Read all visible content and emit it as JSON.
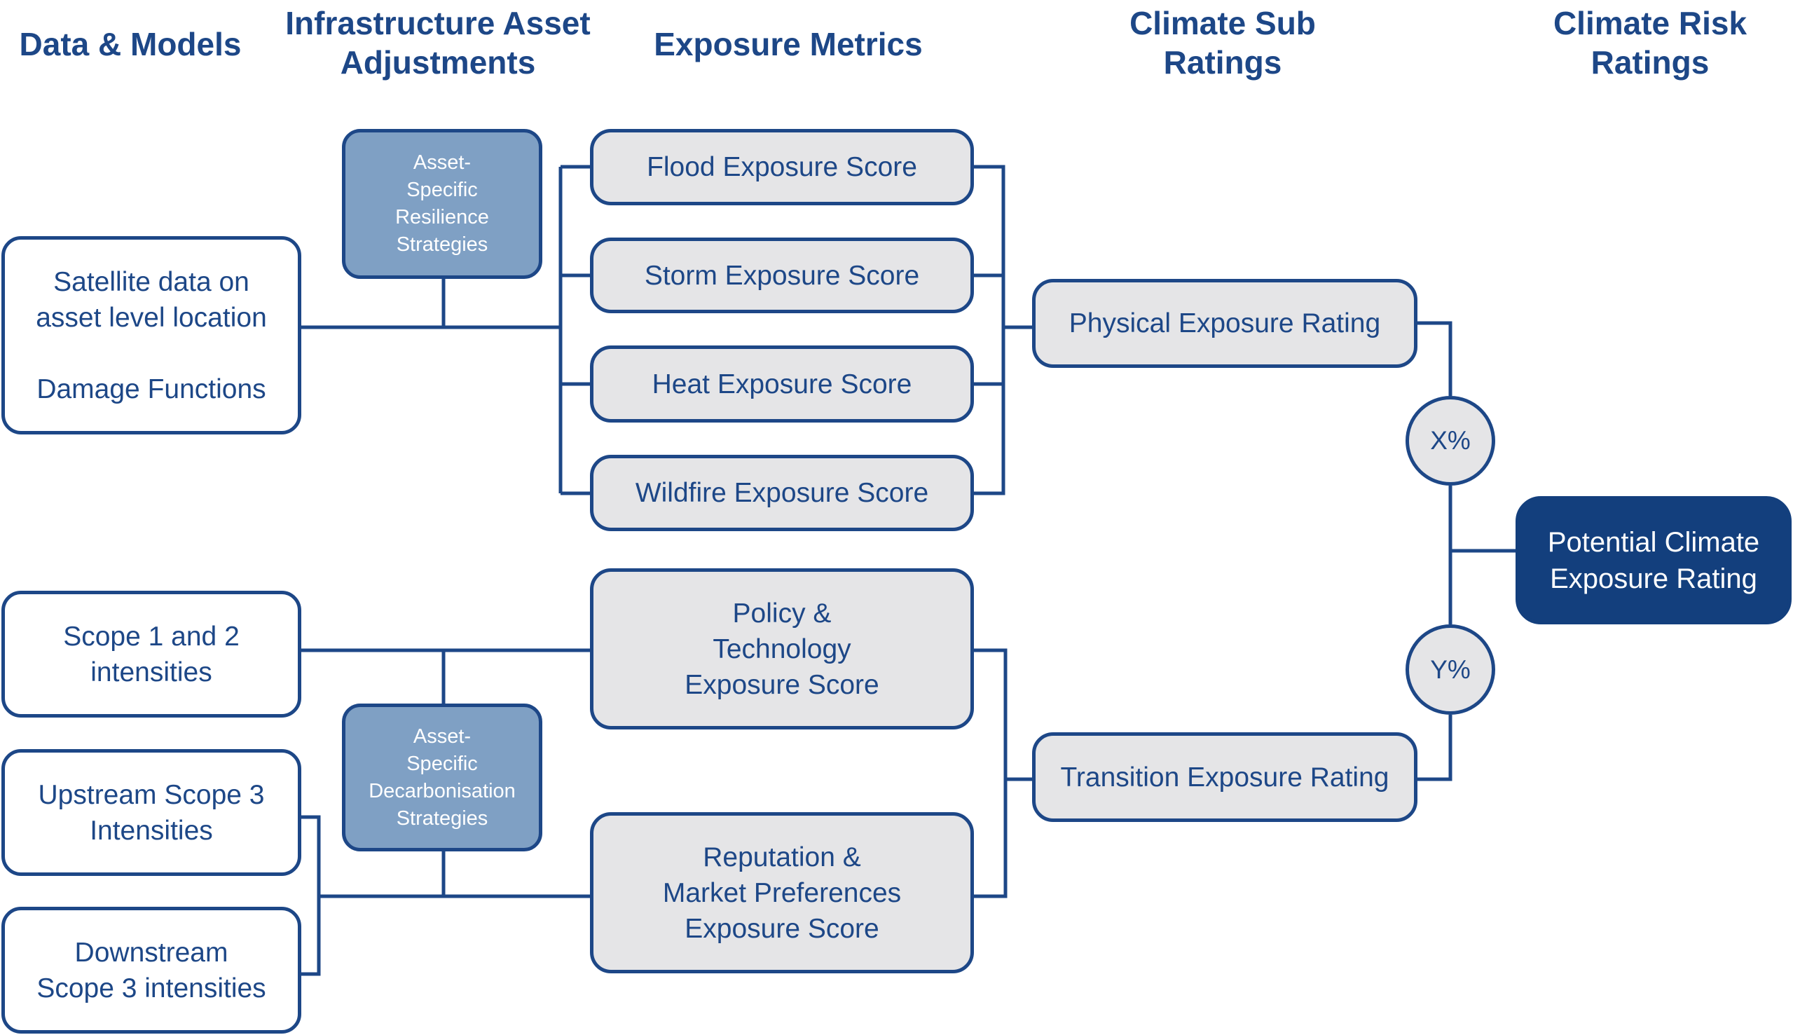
{
  "headers": {
    "data_models": "Data & Models",
    "infrastructure": "Infrastructure Asset\nAdjustments",
    "exposure_metrics": "Exposure Metrics",
    "climate_sub": "Climate Sub\nRatings",
    "climate_risk": "Climate Risk\nRatings"
  },
  "sources": {
    "satellite": "Satellite data on\nasset level location\n\nDamage Functions",
    "scope12": "Scope 1 and 2\nintensities",
    "upstream": "Upstream Scope 3\nIntensities",
    "downstream": "Downstream\nScope 3 intensities"
  },
  "adjustments": {
    "resilience": "Asset-\nSpecific\nResilience\nStrategies",
    "decarbonisation": "Asset-\nSpecific\nDecarbonisation\nStrategies"
  },
  "metrics": {
    "flood": "Flood Exposure Score",
    "storm": "Storm Exposure Score",
    "heat": "Heat Exposure Score",
    "wildfire": "Wildfire Exposure Score",
    "policy": "Policy &\nTechnology\nExposure Score",
    "reputation": "Reputation &\nMarket Preferences\nExposure Score"
  },
  "sub_ratings": {
    "physical": "Physical Exposure Rating",
    "transition": "Transition Exposure Rating"
  },
  "weights": {
    "physical": "X%",
    "transition": "Y%"
  },
  "final_rating": "Potential Climate\nExposure Rating",
  "colors": {
    "navy": "#1d4787",
    "dark_navy": "#133f7d",
    "grey_fill": "#e5e5e7",
    "adjustment_fill": "#7fa0c4"
  }
}
